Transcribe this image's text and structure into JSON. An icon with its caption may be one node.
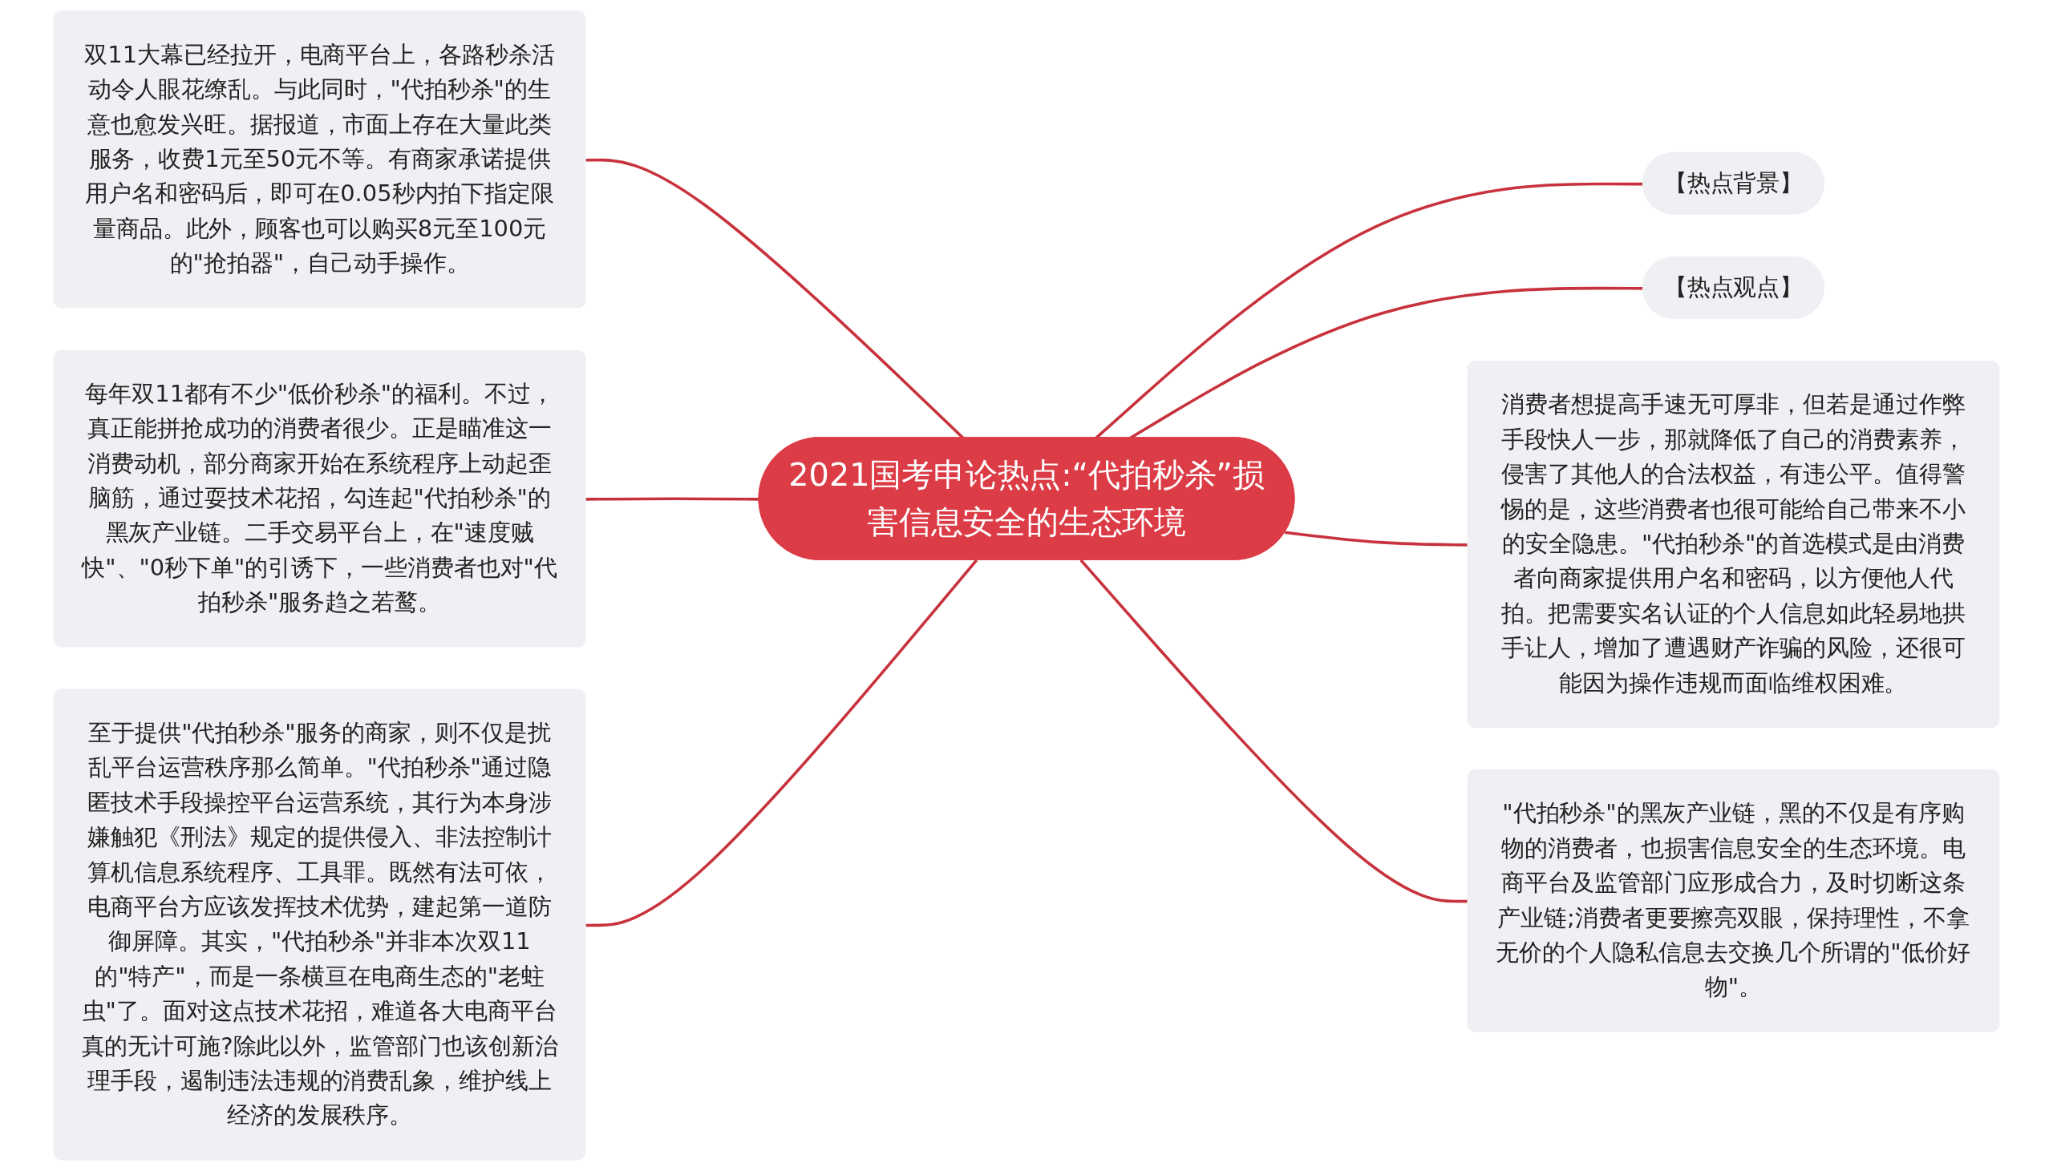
{
  "diagram": {
    "nodes": [
      {
        "text": [
          "2021国考申论热点:“代拍秒杀”损害信息安全的生态环境"
        ]
      },
      {
        "text": [
          "双11大幕已经拉开，电商平台上，各路秒杀活动令人眼花缭乱。与此同时，\"代拍秒杀\"的生意也愈发兴旺。据报道，市面上存在大量此类服务，收费1元至50元不等。有商家承诺提供用户名和密码后，即可在0.05秒内拍下指定限量商品。此外，顾客也可以购买8元至100元的\"抢拍器\"，自己动手操作。"
        ]
      },
      {
        "text": [
          "每年双11都有不少\"低价秒杀\"的福利。不过，真正能拼抢成功的消费者很少。正是瞄准这一消费动机，部分商家开始在系统程序上动起歪脑筋，通过耍技术花招，勾连起\"代拍秒杀\"的黑灰产业链。二手交易平台上，在\"速度贼快\"、\"0秒下单\"的引诱下，一些消费者也对\"代拍秒杀\"服务趋之若鹜。"
        ]
      },
      {
        "text": [
          "至于提供\"代拍秒杀\"服务的商家，则不仅是扰乱平台运营秩序那么简单。\"代拍秒杀\"通过隐匿技术手段操控平台运营系统，其行为本身涉嫌触犯《刑法》规定的提供侵入、非法控制计算机信息系统程序、工具罪。既然有法可依，电商平台方应该发挥技术优势，建起第一道防御屏障。其实，\"代拍秒杀\"并非本次双11的\"特产\"，而是一条横亘在电商生态的\"老蛀虫\"了。面对这点技术花招，难道各大电商平台真的无计可施?除此以外，监管部门也该创新治理手段，遏制违法违规的消费乱象，维护线上经济的发展秩序。"
        ]
      },
      {
        "text": [
          "【热点背景】"
        ]
      },
      {
        "text": [
          "【热点观点】"
        ]
      },
      {
        "text": [
          "消费者想提高手速无可厚非，但若是通过作弊手段快人一步，那就降低了自己的消费素养，侵害了其他人的合法权益，有违公平。值得警惕的是，这些消费者也很可能给自己带来不小的安全隐患。\"代拍秒杀\"的首选模式是由消费者向商家提供用户名和密码，以方便他人代拍。把需要实名认证的个人信息如此轻易地拱手让人，增加了遭遇财产诈骗的风险，还很可能因为操作违规而面临维权困难。"
        ]
      },
      {
        "text": [
          "\"代拍秒杀\"的黑灰产业链，黑的不仅是有序购物的消费者，也损害信息安全的生态环境。电商平台及监管部门应形成合力，及时切断这条产业链;消费者更要擦亮双眼，保持理性，不拿无价的个人隐私信息去交换几个所谓的\"低价好物\"。"
        ]
      }
    ],
    "edges": [
      {
        "from": 1,
        "to": 0,
        "arrow": "none"
      },
      {
        "from": 2,
        "to": 0,
        "arrow": "none"
      },
      {
        "from": 3,
        "to": 0,
        "arrow": "none"
      },
      {
        "from": 0,
        "to": 4,
        "arrow": "none"
      },
      {
        "from": 0,
        "to": 5,
        "arrow": "none"
      },
      {
        "from": 0,
        "to": 6,
        "arrow": "none"
      },
      {
        "from": 0,
        "to": 7,
        "arrow": "none"
      }
    ]
  }
}
